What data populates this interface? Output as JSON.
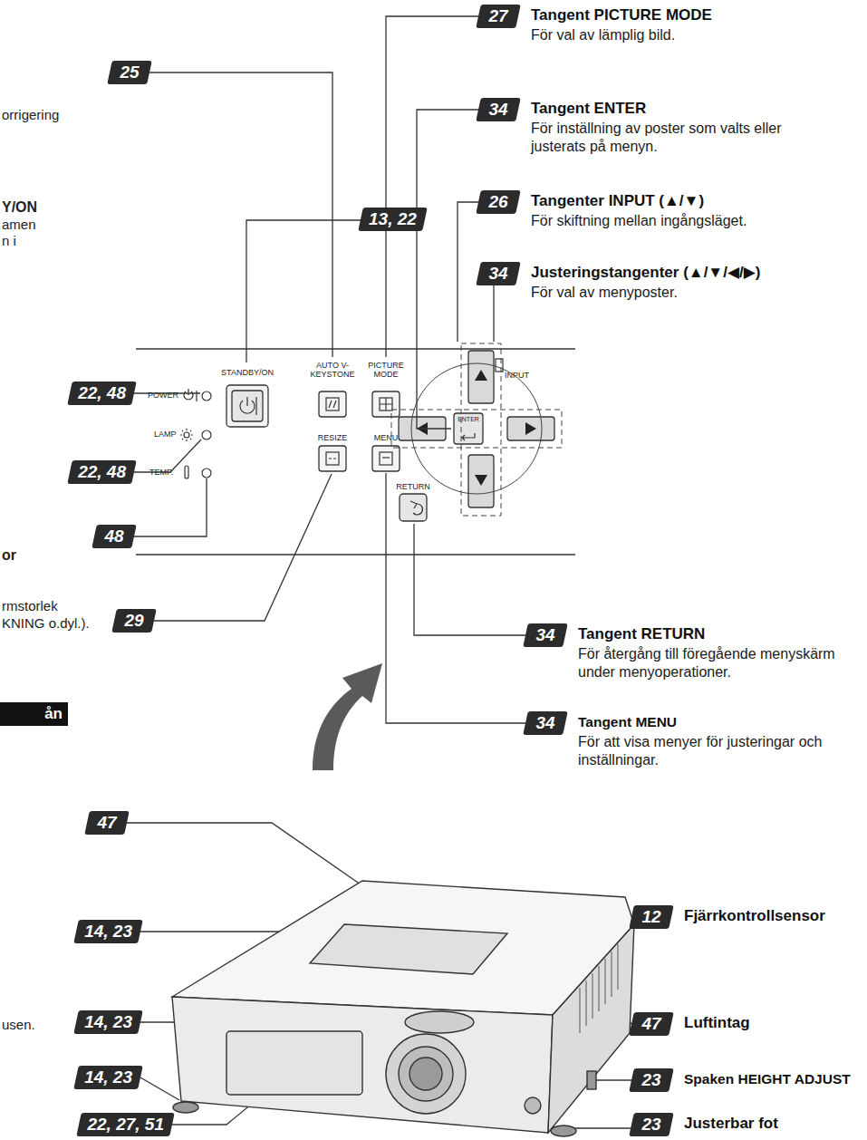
{
  "diagram": {
    "nodes": [
      {
        "text": [
          "25"
        ]
      },
      {
        "text": [
          "27",
          "Tangent PICTURE MODE",
          "För val av lämplig bild."
        ]
      },
      {
        "text": [
          "34",
          "Tangent ENTER",
          "För inställning av poster som valts eller justerats på menyn."
        ]
      },
      {
        "text": [
          "13, 22"
        ]
      },
      {
        "text": [
          "26",
          "Tangenter INPUT (▲/▼)",
          "För skiftning mellan ingångsläget."
        ]
      },
      {
        "text": [
          "34",
          "Justeringstangenter (▲/▼/◀/▶)",
          "För val av menyposter."
        ]
      },
      {
        "text": [
          "22, 48"
        ]
      },
      {
        "text": [
          "22, 48"
        ]
      },
      {
        "text": [
          "48"
        ]
      },
      {
        "text": [
          "29"
        ]
      },
      {
        "text": [
          "34",
          "Tangent RETURN",
          "För återgång till föregående menyskärm under menyoperationer."
        ]
      },
      {
        "text": [
          "34",
          "Tangent MENU",
          "För att visa menyer för justeringar och inställningar."
        ]
      },
      {
        "text": [
          "ån"
        ]
      },
      {
        "text": [
          "47"
        ]
      },
      {
        "text": [
          "14, 23"
        ]
      },
      {
        "text": [
          "12",
          "Fjärrkontrollsensor"
        ]
      },
      {
        "text": [
          "14, 23"
        ]
      },
      {
        "text": [
          "47",
          "Luftintag"
        ]
      },
      {
        "text": [
          "23",
          "Spaken HEIGHT ADJUST"
        ]
      },
      {
        "text": [
          "14, 23"
        ]
      },
      {
        "text": [
          "23",
          "Justerbar fot"
        ]
      },
      {
        "text": [
          "22, 27, 51"
        ]
      }
    ],
    "labels": [
      "orrigering",
      "Y/ON",
      "amen",
      "n i",
      "POWER",
      "LAMP",
      "TEMP.",
      "STANDBY/ON",
      "AUTO V-KEYSTONE",
      "PICTURE MODE",
      "RESIZE",
      "MENU",
      "ENTER",
      "RETURN",
      "INPUT",
      "or",
      "rmstorlek",
      "KNING o.dyl.).",
      "usen."
    ]
  }
}
